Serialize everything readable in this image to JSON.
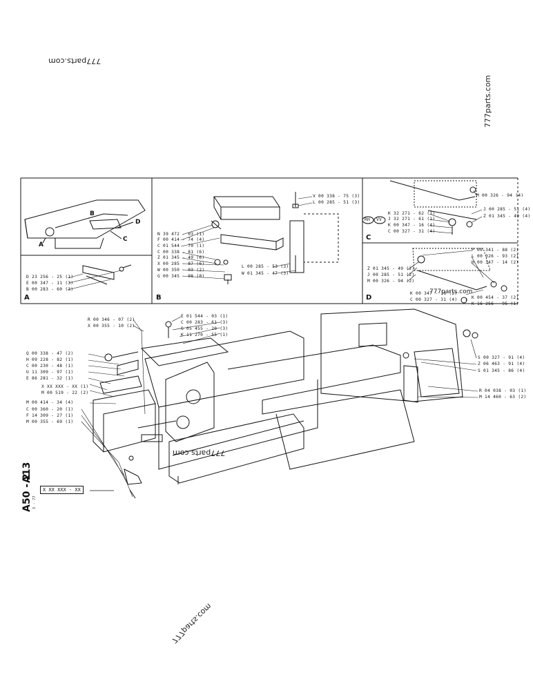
{
  "watermarks": {
    "top_left": "777parts.com",
    "top_right": "777parts.com",
    "center": "777parts.com",
    "bottom": "777parts.com",
    "panel_d_overlay": "777parts.com"
  },
  "panels": {
    "A": "A",
    "B": "B",
    "C": "C",
    "D": "D",
    "A_callouts": [
      "A",
      "B",
      "C",
      "D"
    ],
    "C_badges": [
      "RH",
      "VV"
    ]
  },
  "labels": {
    "panel_a": [
      "D 23 256 - 25 (1)",
      "E 00 347 - 11 (3)",
      "B 00 283 - 60 (3)"
    ],
    "panel_b_left": [
      "N 39 472 - 03 (1)",
      "F 00 414 - 74 (4)",
      "C 01 544 - 70 (1)",
      "C 00 338 - 81 (6)",
      "Z 01 345 - 49 (6)",
      "X 00 285 - 87 (6)",
      "W 00 350 - 03 (2)",
      "G 00 345 - 98 (8)"
    ],
    "panel_b_right_top": [
      "V 00 338 - 75 (3)",
      "L 00 285 - 51 (3)"
    ],
    "panel_b_right_bottom": [
      "L 00 285 - 53 (3)",
      "W 01 345 - 47 (3)"
    ],
    "panel_c_top": "M 00 326 - 94 (4)",
    "panel_c_left": [
      "K 32 271 - 62 (1)",
      "J 32 271 - 61 (1)",
      "K 00 347 - 16 (4)",
      "C 00 327 - 31 (4)"
    ],
    "panel_c_right": [
      "J 00 285 - 51 (4)",
      "Z 01 345 - 49 (4)"
    ],
    "panel_d_right": [
      "P 00 341 - 88 (2)",
      "L 00 326 - 93 (2)",
      "H 00 347 - 14 (2)"
    ],
    "panel_d_left": [
      "Z 01 345 - 49 (2)",
      "J 00 285 - 51 (2)",
      "M 00 326 - 94 (2)"
    ],
    "panel_d_bottom": [
      "K 00 347 - 16 (2)",
      "C 00 327 - 31 (4)"
    ],
    "panel_d_bottom_right": [
      "K 00 454 - 37 (2)",
      "K 16 256 - 95 (1)"
    ],
    "main_top_right": [
      "E 01 544 - 03 (1)",
      "C 00 283 - 61 (3)",
      "G 05 455 - 20 (3)",
      "K 11 270 - 55 (1)"
    ],
    "main_top_left": [
      "R 00 346 - 07 (2)",
      "X 00 355 - 10 (2)"
    ],
    "main_left": [
      "Q 00 338 - 47 (2)",
      "H 09 228 - 82 (1)",
      "C 00 230 - 48 (1)",
      "U 11 309 - 97 (1)",
      "E 86 281 - 32 (1)",
      "X XX XXX - XX (1)",
      "M 00 519 - 22 (2)",
      "M 00 414 - 34 (4)",
      "C 00 360 - 20 (1)",
      "F 14 309 - 27 (1)",
      "M 00 355 - 69 (1)"
    ],
    "main_right": [
      "S 00 327 - 91 (4)",
      "Z 06 463 - 91 (4)",
      "S 01 345 - 86 (4)",
      "R 04 038 - 03 (1)",
      "M 14 460 - 63 (2)"
    ]
  },
  "side_codes": {
    "a13": "A13",
    "a50": "A50 - 2",
    "small": "3 - 77",
    "xbox": "X XX XXX - XX"
  }
}
